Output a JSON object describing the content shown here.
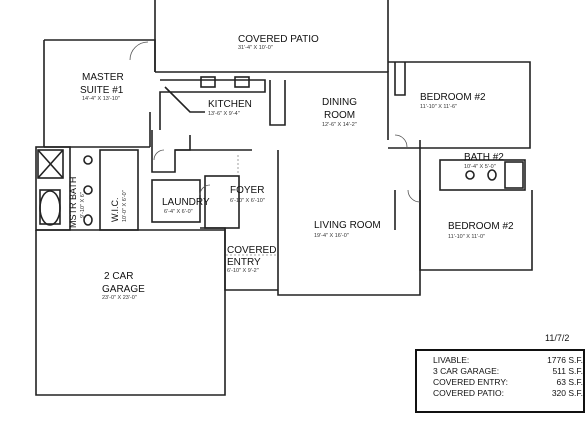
{
  "rooms": {
    "covered_patio": {
      "name": "COVERED PATIO",
      "dim": "31'-4\" X 10'-0\""
    },
    "master_suite": {
      "name1": "MASTER",
      "name2": "SUITE #1",
      "dim": "14'-4\" X 13'-10\""
    },
    "kitchen": {
      "name": "KITCHEN",
      "dim": "13'-6\" X 9'-4\""
    },
    "dining_room": {
      "name1": "DINING",
      "name2": "ROOM",
      "dim": "12'-6\" X 14'-2\""
    },
    "bedroom_top": {
      "name": "BEDROOM #2",
      "dim": "11'-10\" X 11'-6\""
    },
    "bath2": {
      "name": "BATH #2",
      "dim": "10'-4\" X 5'-0\""
    },
    "mstr_bath": {
      "name": "MSTR BATH",
      "dim": "9'-10\" X 6\""
    },
    "wic": {
      "name": "W.I.C.",
      "dim": "10'-0\" X 6'-0\""
    },
    "laundry": {
      "name": "LAUNDRY",
      "dim": "6'-4\" X 6'-0\""
    },
    "foyer": {
      "name": "FOYER",
      "dim": "6'-10\" X 6'-10\""
    },
    "living_room": {
      "name": "LIVING ROOM",
      "dim": "19'-4\" X 16'-0\""
    },
    "bedroom_bottom": {
      "name": "BEDROOM #2",
      "dim": "11'-10\" X 11'-0\""
    },
    "covered_entry": {
      "name1": "COVERED",
      "name2": "ENTRY",
      "dim": "6'-10\" X 9'-2\""
    },
    "garage": {
      "name1": "2 CAR",
      "name2": "GARAGE",
      "dim": "23'-0\" X 23'-0\""
    }
  },
  "date": "11/7/2",
  "summary": [
    {
      "label": "LIVABLE:",
      "value": "1776 S.F."
    },
    {
      "label": "3 CAR GARAGE:",
      "value": "511 S.F."
    },
    {
      "label": "COVERED ENTRY:",
      "value": "63 S.F."
    },
    {
      "label": "COVERED PATIO:",
      "value": "320 S.F."
    }
  ]
}
